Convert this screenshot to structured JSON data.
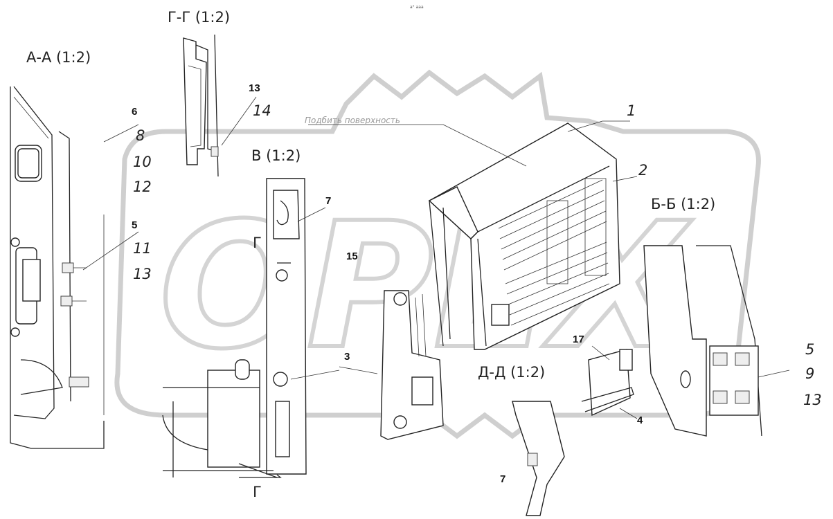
{
  "watermark": {
    "text": "OPEX"
  },
  "header_mark": "а° ааа",
  "section_labels": {
    "aa": "А-А (1:2)",
    "gg": "Г-Г (1:2)",
    "v": "В (1:2)",
    "bb": "Б-Б (1:2)",
    "dd": "Д-Д (1:2)"
  },
  "view_letters": {
    "g_top": "Г",
    "g_bottom": "Г"
  },
  "note": "Подбить поверхность",
  "part_numbers": {
    "p1": "1",
    "p2": "2",
    "p3": "3",
    "p4": "4",
    "p5_a": "5",
    "p5_b": "5",
    "p6": "6",
    "p7_a": "7",
    "p7_b": "7",
    "p8": "8",
    "p9": "9",
    "p10": "10",
    "p11": "11",
    "p12": "12",
    "p13_a": "13",
    "p13_b": "13",
    "p13_c": "13",
    "p14": "14",
    "p15": "15",
    "p17": "17"
  }
}
